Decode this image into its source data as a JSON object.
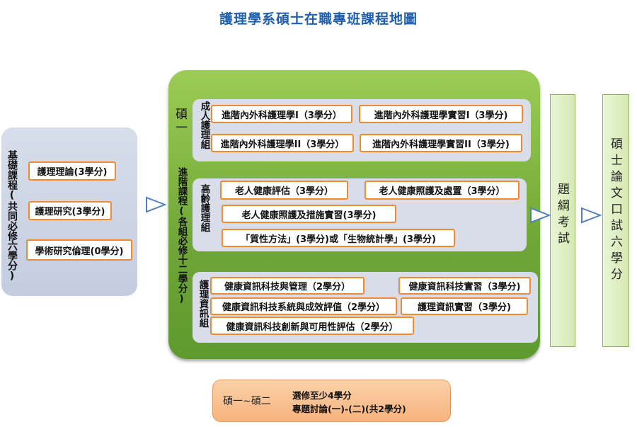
{
  "title": "護理學系碩士在職專班課程地圖",
  "basic": {
    "label": "基礎課程(共同必修六學分)",
    "courses": [
      "護理理論(3學分)",
      "護理研究(3學分)",
      "學術研究倫理(0學分)"
    ]
  },
  "year_one_label": "碩一",
  "advanced_label": "進階課程(各組必修十二學分)",
  "adult": {
    "label": "成人護理組",
    "courses": [
      "進階內外科護理學I（3學分）",
      "進階內外科護理學實習I（3學分)",
      "進階內外科護理學II（3學分）",
      "進階內外科護理學實習II（3學分)"
    ]
  },
  "geriatric": {
    "label": "高齡護理組",
    "courses": [
      "老人健康評估（3學分）",
      "老人健康照護及處置（3學分）",
      "老人健康照護及措施實習(3學分)",
      "「質性方法」(3學分)或「生物統計學」(3學分)"
    ]
  },
  "informatics": {
    "label": "護理資訊組",
    "courses": [
      "健康資訊科技與管理（2學分）",
      "健康資訊科技實習（3學分)",
      "健康資訊科技系統與成效評值（2學分）",
      "護理資訊實習（3學分)",
      "健康資訊科技創新與可用性評估（2學分）"
    ]
  },
  "proposal_exam": "題綱考試",
  "thesis_exam": "碩士論文口試六學分",
  "elective": {
    "years": "碩一~碩二",
    "line1": "選修至少4學分",
    "line2": "專題討論(一)-(二)(共2學分)"
  },
  "colors": {
    "title": "#1f5fb0",
    "course_border": "#f08a2c",
    "green_panel": "#6fa637",
    "group_panel": "#d8dde9",
    "arrow": "#4f80bd",
    "elective": "#f6b37e"
  }
}
